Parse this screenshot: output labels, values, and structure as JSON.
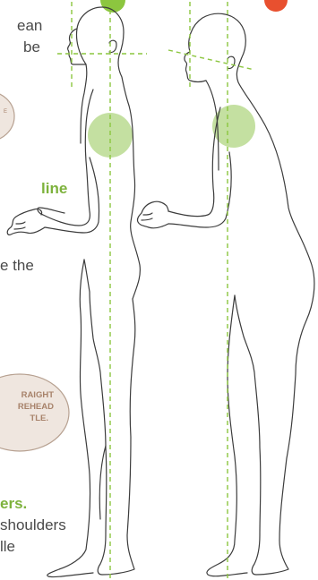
{
  "intro_lines": [
    "ean",
    "be"
  ],
  "alignment_heading": "line",
  "arm_caption": "e the",
  "oval_lines": [
    "RAIGHT",
    "REHEAD",
    "TLE."
  ],
  "shoulders_heading": "ers.",
  "shoulders_lines": [
    "shoulders",
    "lle"
  ],
  "colors": {
    "green_accent": "#7db23c",
    "guide_line": "#8cc63f",
    "shoulder_fill": "#bedd97",
    "top_badge_left": "#8cc63f",
    "top_badge_right": "#e8502f",
    "oval_fill": "#efe6df",
    "oval_stroke": "#b7a191",
    "figure_stroke": "#3c3c3c"
  }
}
